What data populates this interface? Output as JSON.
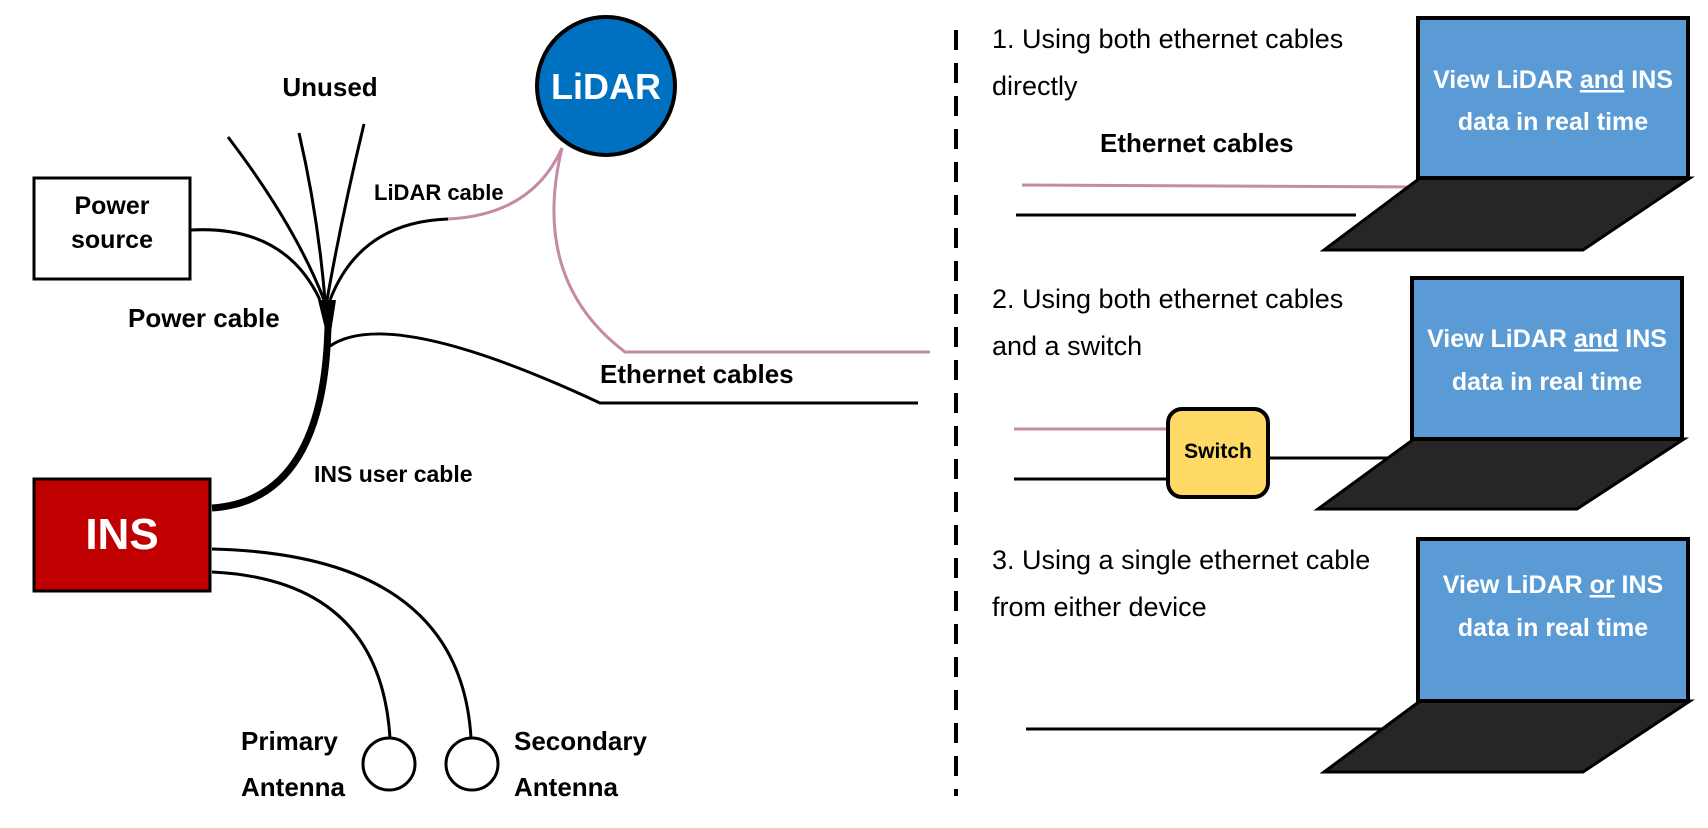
{
  "colors": {
    "ethernet_pink": "#c48aa6",
    "ins_red": "#c00000",
    "lidar_blue": "#0070c0",
    "screen_blue": "#5b9bd5",
    "switch_yellow": "#ffd966",
    "keyboard_dark": "#262626"
  },
  "left": {
    "unused_label": "Unused",
    "lidar_label": "LiDAR",
    "lidar_cable_label": "LiDAR cable",
    "power_source_line1": "Power",
    "power_source_line2": "source",
    "power_cable_label": "Power cable",
    "ethernet_cables_label": "Ethernet cables",
    "ins_user_cable_label": "INS user cable",
    "ins_label": "INS",
    "primary_antenna_line1": "Primary",
    "primary_antenna_line2": "Antenna",
    "secondary_antenna_line1": "Secondary",
    "secondary_antenna_line2": "Antenna"
  },
  "options": [
    {
      "title_line1": "1. Using both ethernet cables",
      "title_line2": "directly",
      "cables_label": "Ethernet cables",
      "screen_pre": "View LiDAR ",
      "screen_emph": "and",
      "screen_post": " INS",
      "screen_line2": "data in real time"
    },
    {
      "title_line1": "2. Using both ethernet cables",
      "title_line2": "and a switch",
      "switch_label": "Switch",
      "screen_pre": "View LiDAR ",
      "screen_emph": "and",
      "screen_post": " INS",
      "screen_line2": "data in real time"
    },
    {
      "title_line1": "3. Using a single ethernet cable",
      "title_line2": "from either device",
      "screen_pre": "View LiDAR ",
      "screen_emph": "or",
      "screen_post": " INS",
      "screen_line2": "data in real time"
    }
  ]
}
